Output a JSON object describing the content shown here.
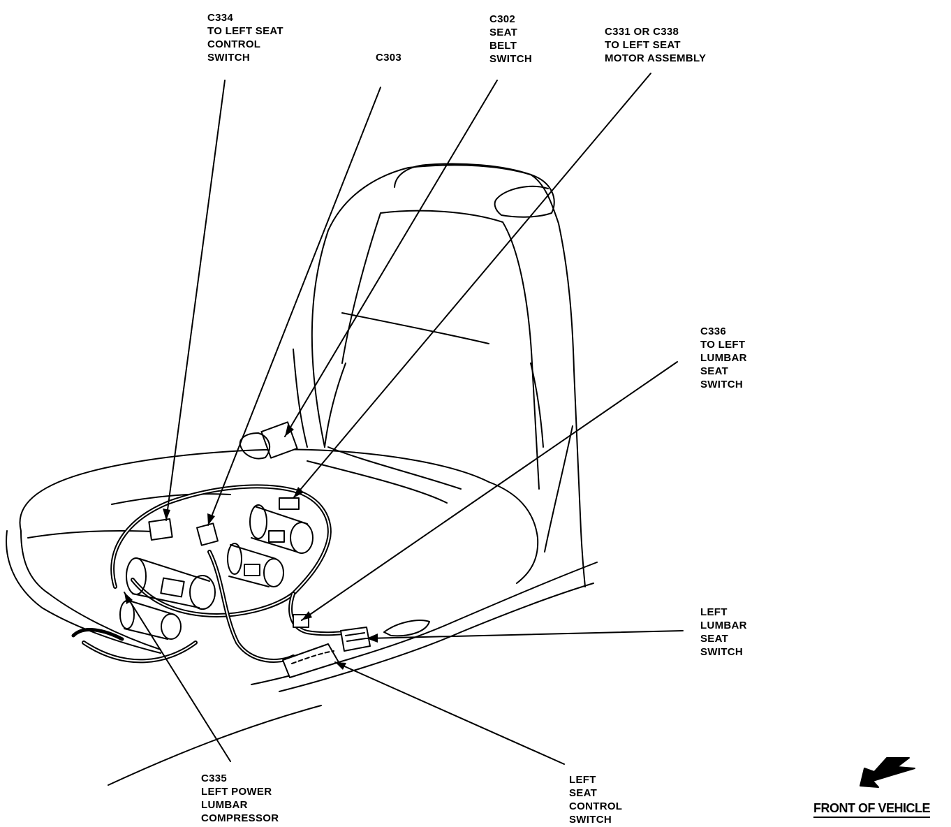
{
  "callouts": {
    "c334": [
      "C334",
      "TO LEFT SEAT",
      "CONTROL",
      "SWITCH"
    ],
    "c303": [
      "C303"
    ],
    "c302": [
      "C302",
      "SEAT",
      "BELT",
      "SWITCH"
    ],
    "c331": [
      "C331 OR C338",
      "TO LEFT SEAT",
      "MOTOR ASSEMBLY"
    ],
    "c336": [
      "C336",
      "TO LEFT",
      "LUMBAR",
      "SEAT",
      "SWITCH"
    ],
    "left_lumbar_switch": [
      "LEFT",
      "LUMBAR",
      "SEAT",
      "SWITCH"
    ],
    "left_seat_control_switch": [
      "LEFT",
      "SEAT",
      "CONTROL",
      "SWITCH"
    ],
    "c335": [
      "C335",
      "LEFT POWER",
      "LUMBAR",
      "COMPRESSOR"
    ]
  },
  "front_indicator": {
    "label": "FRONT OF VEHICLE",
    "icon": "front-arrow-icon"
  }
}
